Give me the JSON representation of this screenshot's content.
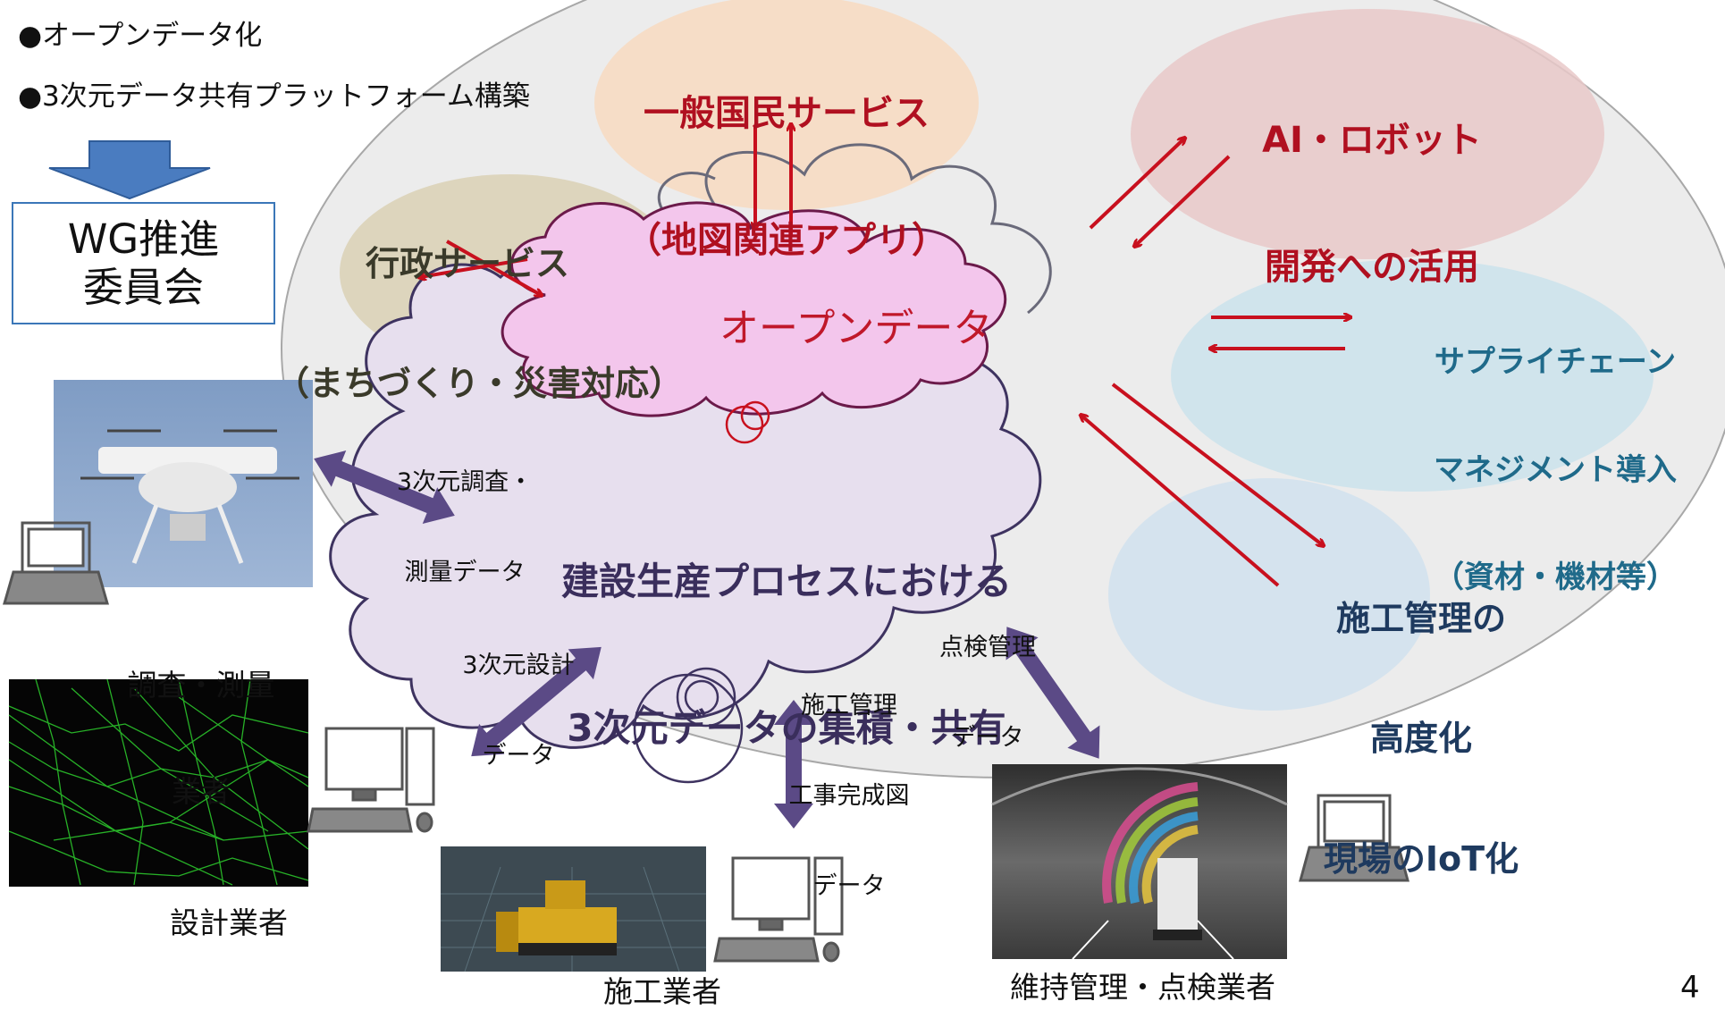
{
  "bullets": [
    "●オープンデータ化",
    "●3次元データ共有プラットフォーム構築"
  ],
  "wg_box": [
    "WG推進",
    "委員会"
  ],
  "top_service": [
    "一般国民サービス",
    "（地図関連アプリ）"
  ],
  "ai_robot": [
    "AI・ロボット",
    "開発への活用"
  ],
  "admin_service": [
    "行政サービス",
    "（まちづくり・災害対応）"
  ],
  "open_data": "オープンデータ",
  "supply_chain": [
    "サプライチェーン",
    "マネジメント導入",
    "（資材・機材等）"
  ],
  "construction_mgmt": [
    "施工管理の",
    "高度化",
    "現場のIoT化"
  ],
  "center_title": [
    "建設生産プロセスにおける",
    "3次元データの集積・共有"
  ],
  "data_labels": {
    "survey": [
      "3次元調査・",
      "測量データ"
    ],
    "design": [
      "3次元設計",
      "データ"
    ],
    "construction": [
      "施工管理",
      "工事完成図",
      "データ"
    ],
    "inspection": [
      "点検管理",
      "データ"
    ]
  },
  "actors": {
    "survey": [
      "調査・測量",
      "業者"
    ],
    "design": "設計業者",
    "construction": "施工業者",
    "maintenance": "維持管理・点検業者"
  },
  "page_number": "4",
  "colors": {
    "red_arrow": "#c8101e",
    "purple_arrow": "#5b4a86",
    "blue_arrow": "#4a7cc0",
    "open_data_cloud": "#f2c8ec",
    "process_cloud": "#e8e0ee"
  }
}
